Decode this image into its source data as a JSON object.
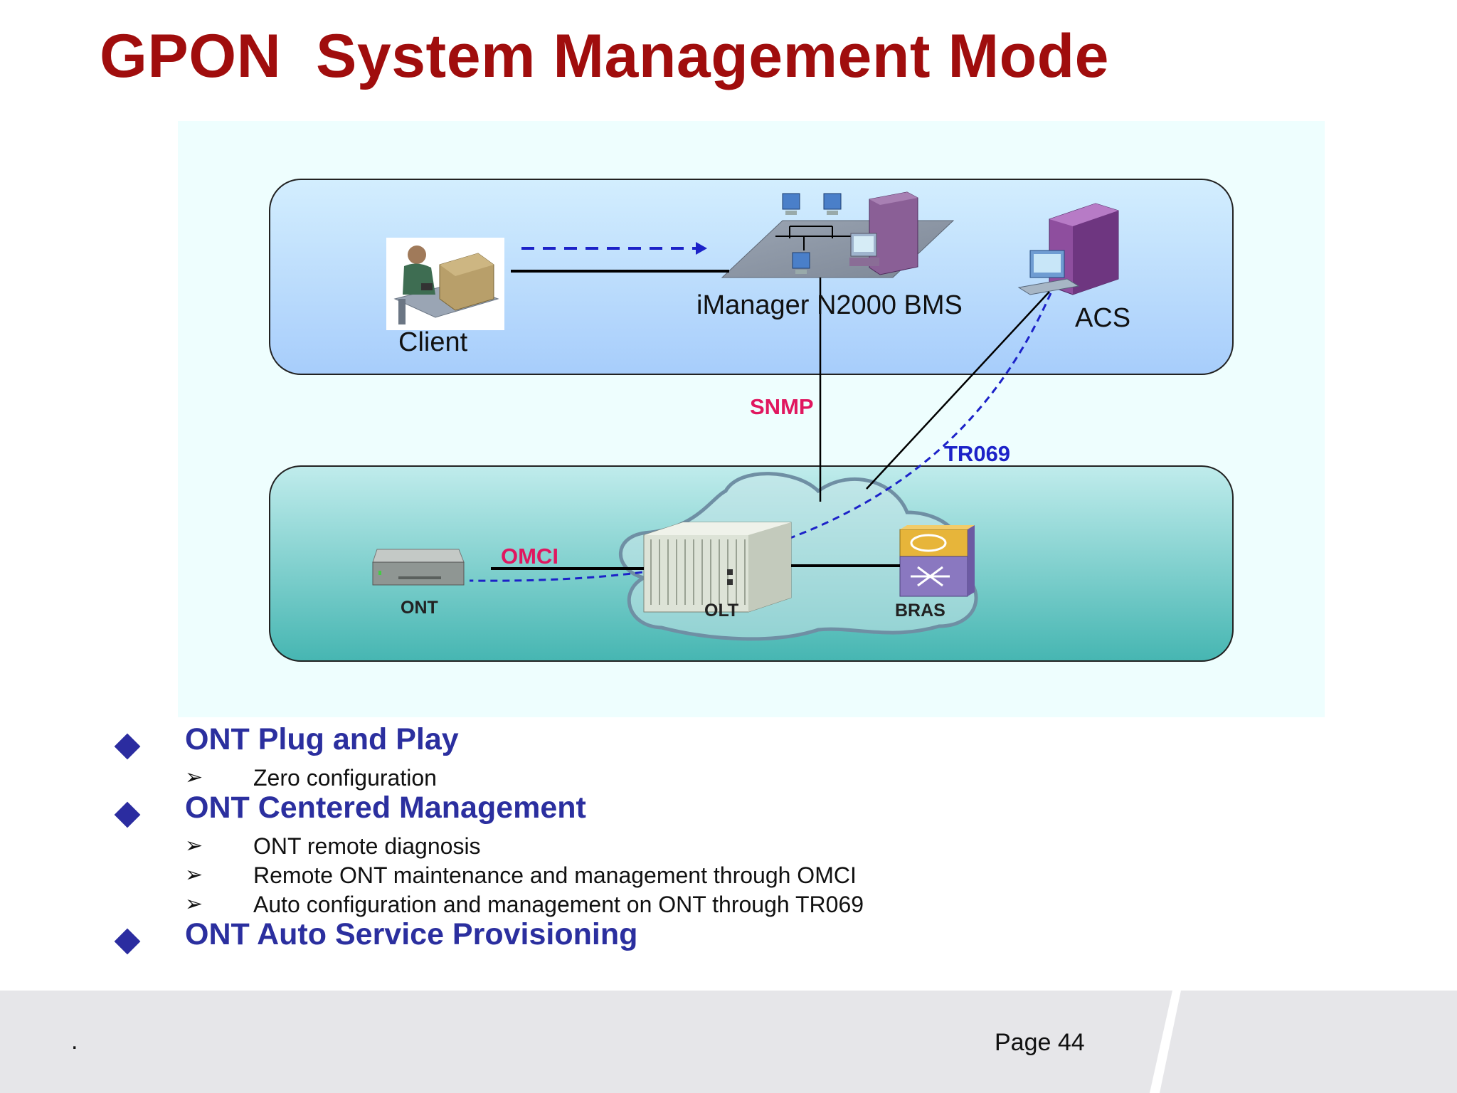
{
  "slide": {
    "title": "GPON  System Management Mode",
    "page": "Page 44",
    "footer_mark": "."
  },
  "diagram": {
    "labels": {
      "client": "Client",
      "imanager": "iManager N2000 BMS",
      "acs": "ACS",
      "snmp": "SNMP",
      "tr069": "TR069",
      "omci": "OMCI",
      "ont": "ONT",
      "olt": "OLT",
      "bras": "BRAS"
    },
    "colors": {
      "snmp": "#e0175f",
      "omci": "#e0175f",
      "tr069": "#1c22c8",
      "title": "#a00d0d",
      "bullet": "#2b2f9f"
    }
  },
  "bullets": [
    {
      "text": "ONT Plug and Play",
      "sub": [
        "Zero configuration"
      ]
    },
    {
      "text": "ONT Centered Management",
      "sub": [
        "ONT remote diagnosis",
        "Remote ONT maintenance and management through OMCI",
        "Auto configuration and management on ONT through TR069"
      ]
    },
    {
      "text": "ONT Auto Service Provisioning",
      "sub": []
    }
  ]
}
